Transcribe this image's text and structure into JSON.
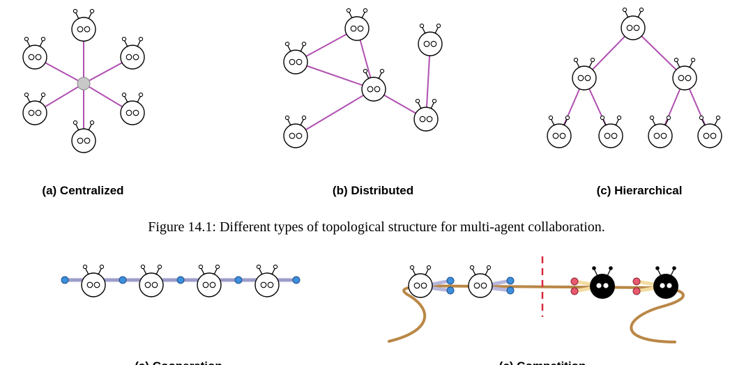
{
  "figure_top": {
    "subfigures": [
      {
        "id": "centralized",
        "label": "(a) Centralized"
      },
      {
        "id": "distributed",
        "label": "(b) Distributed"
      },
      {
        "id": "hierarchical",
        "label": "(c) Hierarchical"
      }
    ],
    "caption": "Figure 14.1: Different types of topological structure for multi-agent collaboration."
  },
  "figure_bottom": {
    "subfigures": [
      {
        "id": "cooperation",
        "label": "(a) Cooperation"
      },
      {
        "id": "competition",
        "label": "(c) Competition"
      }
    ]
  },
  "colors": {
    "edge": "#b04fb0",
    "hub": "#c8c8c8",
    "chain": "#b7b7dc",
    "blue_node": "#3d8fdc",
    "red_node": "#e85a6f",
    "rope": "#b98746",
    "divider": "#d62a3b"
  }
}
